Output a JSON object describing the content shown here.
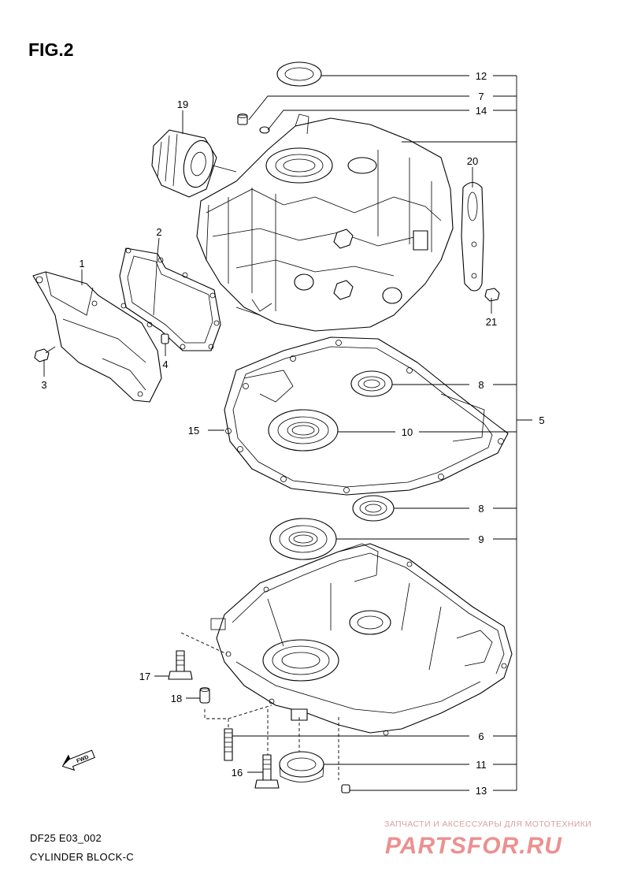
{
  "header": {
    "figure_title": "FIG.2"
  },
  "callouts": [
    {
      "id": "c12",
      "label": "12"
    },
    {
      "id": "c7",
      "label": "7"
    },
    {
      "id": "c14",
      "label": "14"
    },
    {
      "id": "c19",
      "label": "19"
    },
    {
      "id": "c20",
      "label": "20"
    },
    {
      "id": "c2",
      "label": "2"
    },
    {
      "id": "c1",
      "label": "1"
    },
    {
      "id": "c21",
      "label": "21"
    },
    {
      "id": "c4",
      "label": "4"
    },
    {
      "id": "c3",
      "label": "3"
    },
    {
      "id": "c8a",
      "label": "8"
    },
    {
      "id": "c5",
      "label": "5"
    },
    {
      "id": "c15",
      "label": "15"
    },
    {
      "id": "c10",
      "label": "10"
    },
    {
      "id": "c8b",
      "label": "8"
    },
    {
      "id": "c9",
      "label": "9"
    },
    {
      "id": "c17",
      "label": "17"
    },
    {
      "id": "c18",
      "label": "18"
    },
    {
      "id": "c6",
      "label": "6"
    },
    {
      "id": "c11",
      "label": "11"
    },
    {
      "id": "c16",
      "label": "16"
    },
    {
      "id": "c13",
      "label": "13"
    }
  ],
  "fwd_label": "FWD",
  "footer": {
    "model_code": "DF25 E03_002",
    "section_name": "CYLINDER BLOCK-C"
  },
  "watermark": {
    "tagline": "ЗАПЧАСТИ И АКСЕССУАРЫ ДЛЯ МОТОТЕХНИКИ",
    "logo": "PARTSFOR.RU",
    "color": "#e04848"
  }
}
